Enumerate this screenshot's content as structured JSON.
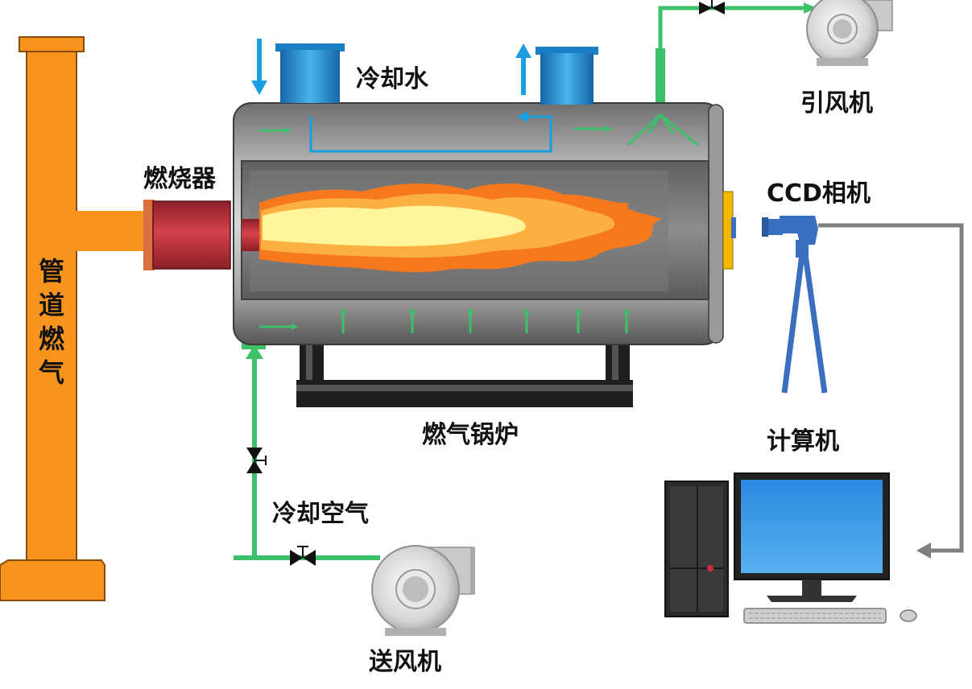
{
  "labels": {
    "pipe_gas": "管道燃气",
    "cooling_water": "冷却水",
    "burner": "燃烧器",
    "induced_fan": "引风机",
    "ccd_camera": "CCD相机",
    "computer": "计算机",
    "gas_boiler": "燃气锅炉",
    "cooling_air": "冷却空气",
    "blower": "送风机"
  },
  "colors": {
    "pipe_orange": "#f7941d",
    "water_blue": "#1a9ee0",
    "air_green": "#3cc06a",
    "boiler_gray": "#8a8a8a",
    "burner_red": "#c6303a",
    "flame_yellow": "#fff59a",
    "flame_orange": "#f7781d",
    "camera_blue": "#3a6fc0",
    "monitor_blue": "#2a8ae0",
    "signal_gray": "#7f7f7f"
  }
}
